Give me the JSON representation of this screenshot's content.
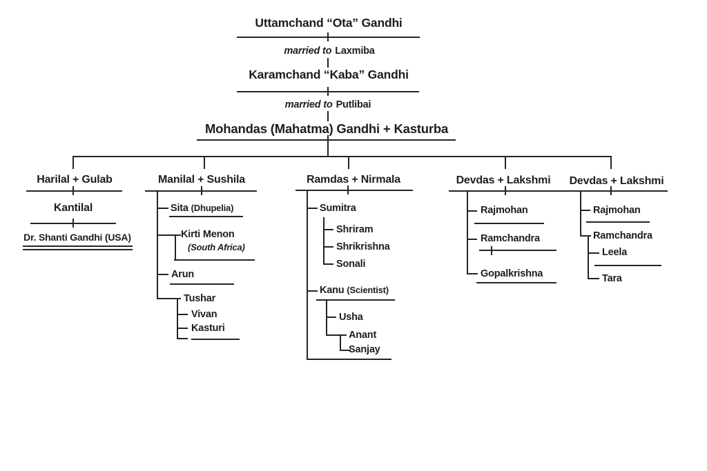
{
  "lineage": {
    "gen1_name": "Uttamchand “Ota” Gandhi",
    "gen1_married_prefix": "married to",
    "gen1_spouse": "Laxmiba",
    "gen2_name": "Karamchand “Kaba” Gandhi",
    "gen2_married_prefix": "married to",
    "gen2_spouse": "Putlibai",
    "gen3_name": "Mohandas (Mahatma) Gandhi + Kasturba"
  },
  "branches": {
    "harilal": {
      "label": "Harilal + Gulab",
      "kantilal": "Kantilal",
      "shanti": "Dr. Shanti Gandhi (USA)"
    },
    "manilal": {
      "label": "Manilal + Sushila",
      "sita": "Sita",
      "sita_note": "(Dhupelia)",
      "kirti": "Kirti Menon",
      "kirti_note": "(South Africa)",
      "arun": "Arun",
      "tushar": "Tushar",
      "vivan": "Vivan",
      "kasturi": "Kasturi"
    },
    "ramdas": {
      "label": "Ramdas + Nirmala",
      "sumitra": "Sumitra",
      "shriram": "Shriram",
      "shrikrishna": "Shrikrishna",
      "sonali": "Sonali",
      "kanu": "Kanu",
      "kanu_note": "(Scientist)",
      "usha": "Usha",
      "anant": "Anant",
      "sanjay": "Sanjay"
    },
    "devdas1": {
      "label": "Devdas + Lakshmi",
      "rajmohan": "Rajmohan",
      "ramchandra": "Ramchandra",
      "gopalkrishna": "Gopalkrishna"
    },
    "devdas2": {
      "label": "Devdas + Lakshmi",
      "rajmohan": "Rajmohan",
      "ramchandra": "Ramchandra",
      "leela": "Leela",
      "tara": "Tara"
    }
  },
  "colors": {
    "ink": "#232323",
    "background": "#ffffff"
  }
}
